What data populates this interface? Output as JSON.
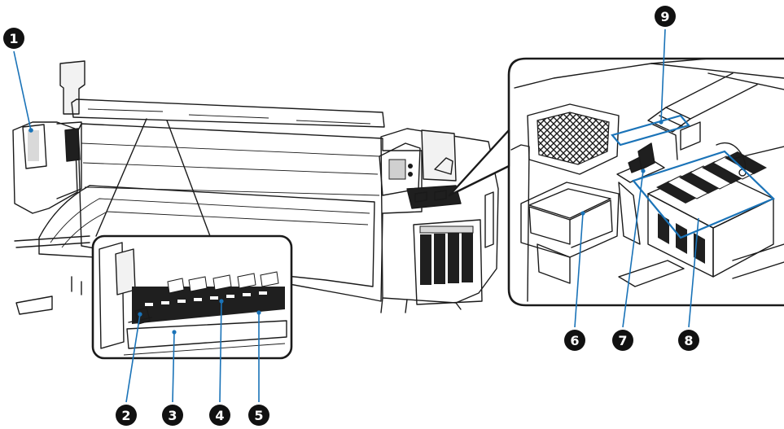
{
  "diagram": {
    "callouts": [
      {
        "label": "1",
        "name": "callout-1"
      },
      {
        "label": "2",
        "name": "callout-2"
      },
      {
        "label": "3",
        "name": "callout-3"
      },
      {
        "label": "4",
        "name": "callout-4"
      },
      {
        "label": "5",
        "name": "callout-5"
      },
      {
        "label": "6",
        "name": "callout-6"
      },
      {
        "label": "7",
        "name": "callout-7"
      },
      {
        "label": "8",
        "name": "callout-8"
      },
      {
        "label": "9",
        "name": "callout-9"
      }
    ],
    "colors": {
      "leader": "#1a73b8",
      "callout_fill": "#111111",
      "callout_text": "#ffffff",
      "line": "#1a1a1a"
    }
  }
}
